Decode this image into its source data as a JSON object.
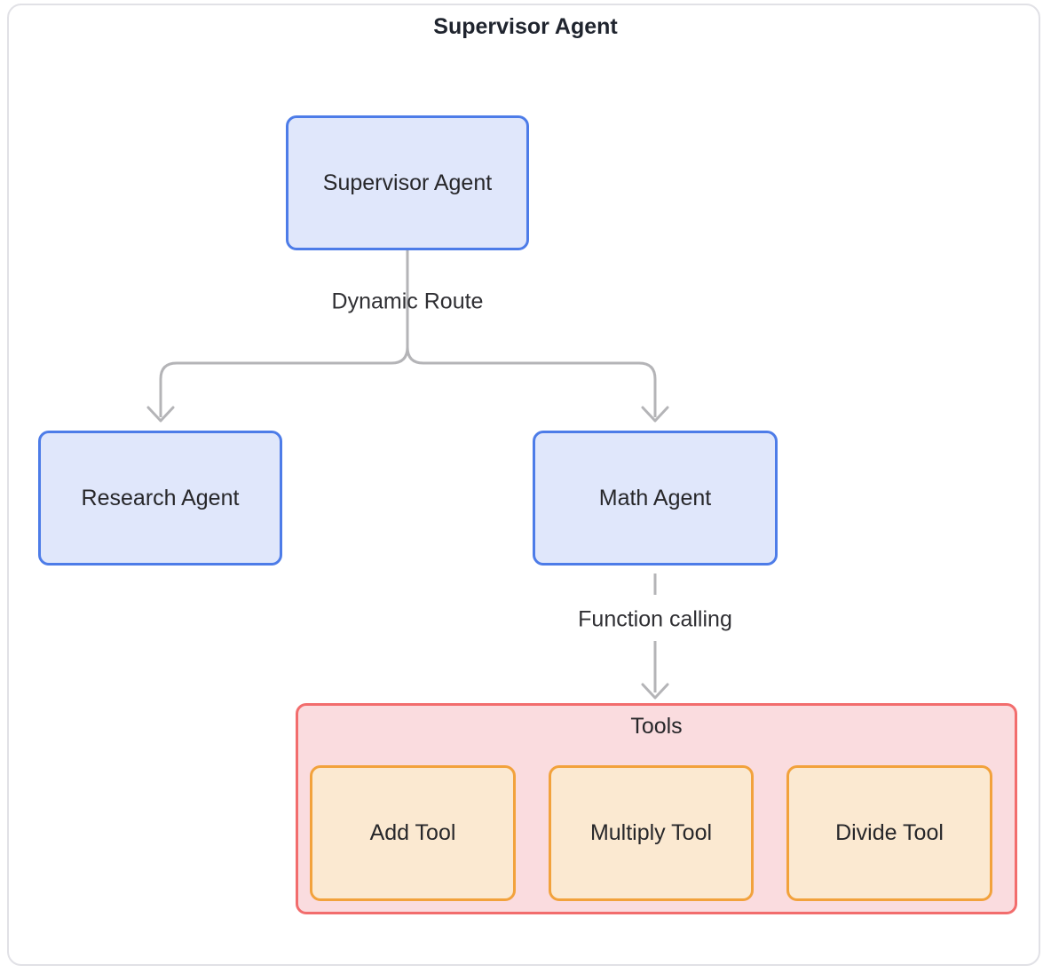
{
  "diagram": {
    "title": "Supervisor Agent",
    "type": "flowchart"
  },
  "nodes": {
    "supervisor": {
      "label": "Supervisor Agent"
    },
    "research": {
      "label": "Research Agent"
    },
    "math": {
      "label": "Math Agent"
    }
  },
  "tools_group": {
    "label": "Tools",
    "tools": {
      "add": {
        "label": "Add Tool"
      },
      "multiply": {
        "label": "Multiply Tool"
      },
      "divide": {
        "label": "Divide Tool"
      }
    }
  },
  "edges": {
    "dynamic_route": {
      "from": "Supervisor Agent",
      "to": "Research Agent / Math Agent",
      "label": "Dynamic Route"
    },
    "function_calling": {
      "from": "Math Agent",
      "to": "Tools",
      "label": "Function calling"
    }
  },
  "colors": {
    "agent_fill": "#E0E7FB",
    "agent_border": "#4D7CE8",
    "tool_fill": "#FBE9D1",
    "tool_border": "#F2A23C",
    "tools_group_fill": "#FADCDF",
    "tools_group_border": "#F26D6D",
    "connector": "#B4B4B7",
    "node_text": "#27272A",
    "edge_label_text": "#2F2F33",
    "title_text": "#1F242E",
    "frame_border": "#E1E1E6",
    "background": "#FFFFFF"
  }
}
